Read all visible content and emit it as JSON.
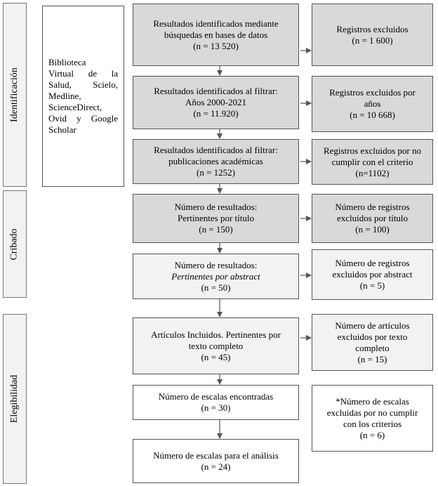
{
  "phases": {
    "identificacion": "Identificación",
    "cribado": "Cribado",
    "elegibilidad": "Elegibilidad"
  },
  "sources": {
    "lines": [
      "Biblioteca",
      "Virtual de la",
      "Salud, Scielo,",
      "Medline,",
      "ScienceDirect,",
      "Ovid y Google",
      "Scholar"
    ]
  },
  "main": {
    "b1": [
      "Resultados identificados mediante",
      "búsquedas en bases de datos",
      "(n = 13 520)"
    ],
    "b2": [
      "Resultados identificados al filtrar:",
      "Años 2000-2021",
      "(n = 11.920)"
    ],
    "b3": [
      "Resultados identificados al filtrar:",
      "publicaciones académicas",
      "(n = 1252)"
    ],
    "b4": [
      "Número de resultados:",
      "Pertinentes por título",
      "(n = 150)"
    ],
    "b5": [
      "Número de resultados:",
      "Pertinentes por abstract",
      "(n = 50)"
    ],
    "b6": [
      "Artículos Incluidos. Pertinentes por",
      "texto completo",
      "(n = 45)"
    ],
    "b7": [
      "Número de escalas encontradas",
      "(n = 30)"
    ],
    "b8": [
      "Número de escalas para el análisis",
      "(n = 24)"
    ]
  },
  "excluded": {
    "e1": [
      "Registros excluidos",
      "(n = 1 600)"
    ],
    "e2": [
      "Registros excluidos por",
      "años",
      "(n = 10 668)"
    ],
    "e3": [
      "Registros excluidos por no",
      "cumplir con el criterio",
      "(n=1102)"
    ],
    "e4": [
      "Número de registros",
      "excluidos por título",
      "(n = 100)"
    ],
    "e5": [
      "Número de registros",
      "excluidos por abstract",
      "(n = 5)"
    ],
    "e6": [
      "Número de artículos",
      "excluidos por texto",
      "completo",
      "(n = 15)"
    ],
    "e7": [
      "*Número de escalas",
      "excluidas por no cumplir",
      "con los criterios",
      "(n = 6)"
    ]
  }
}
